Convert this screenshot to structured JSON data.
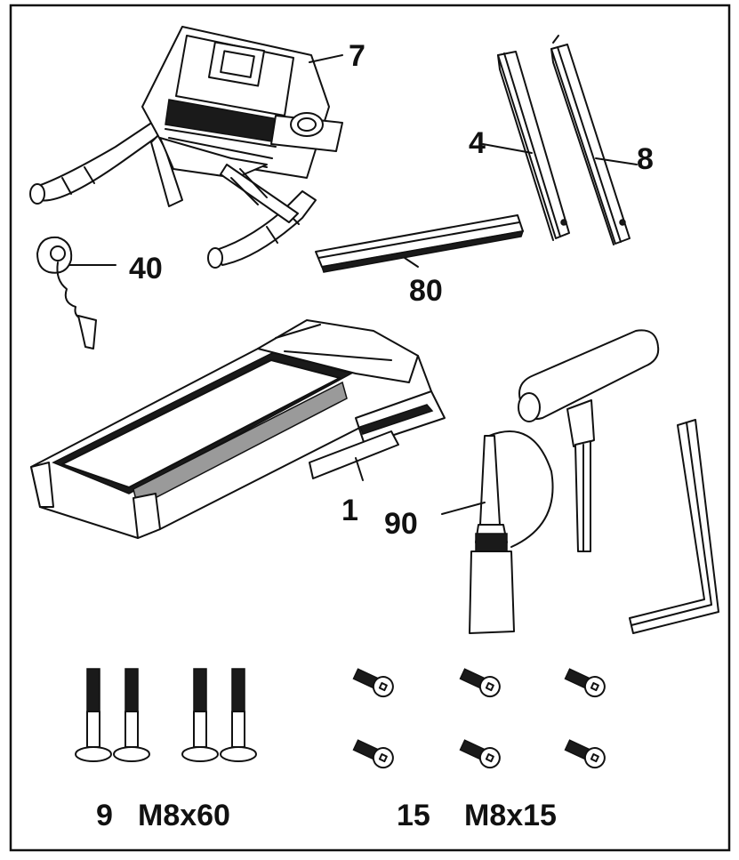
{
  "labels": {
    "console": "7",
    "upright_left": "4",
    "upright_right": "8",
    "safety_key": "40",
    "cross_bar": "80",
    "main_frame": "1",
    "lubricant": "90",
    "bolt_long": "9",
    "bolt_long_size": "M8x60",
    "bolt_short": "15",
    "bolt_short_size": "M8x15"
  }
}
